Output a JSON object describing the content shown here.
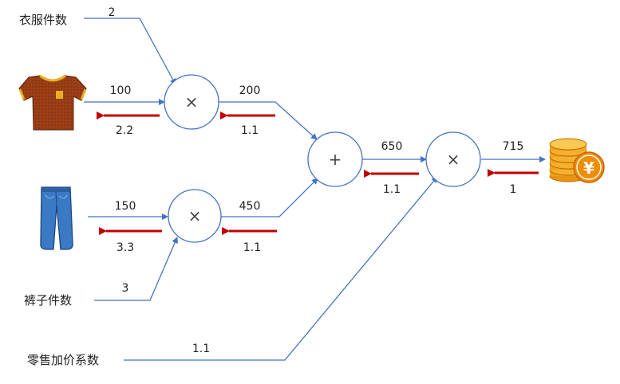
{
  "inputs": {
    "shirt_count_label": "衣服件数",
    "pants_count_label": "裤子件数",
    "markup_label": "零售加价系数"
  },
  "icons": {
    "shirt": "tshirt-icon",
    "pants": "jeans-icon",
    "money": "yen-coins-icon"
  },
  "forward": {
    "shirt_count": "2",
    "shirt_price": "100",
    "shirt_total": "200",
    "pants_price": "150",
    "pants_count": "3",
    "pants_total": "450",
    "sum": "650",
    "markup": "1.1",
    "final": "715"
  },
  "backward": {
    "shirt_price_grad": "2.2",
    "shirt_total_grad": "1.1",
    "pants_price_grad": "3.3",
    "pants_total_grad": "1.1",
    "sum_grad": "1.1",
    "final_grad": "1"
  },
  "operators": {
    "mul1": "×",
    "mul2": "×",
    "add": "+",
    "mul3": "×"
  },
  "colors": {
    "forward_line": "#4472c4",
    "backward_arrow": "#c00000",
    "node_border": "#4472c4",
    "shirt": "#9c3f17",
    "jeans": "#3a79c4",
    "coin": "#f0a020"
  }
}
